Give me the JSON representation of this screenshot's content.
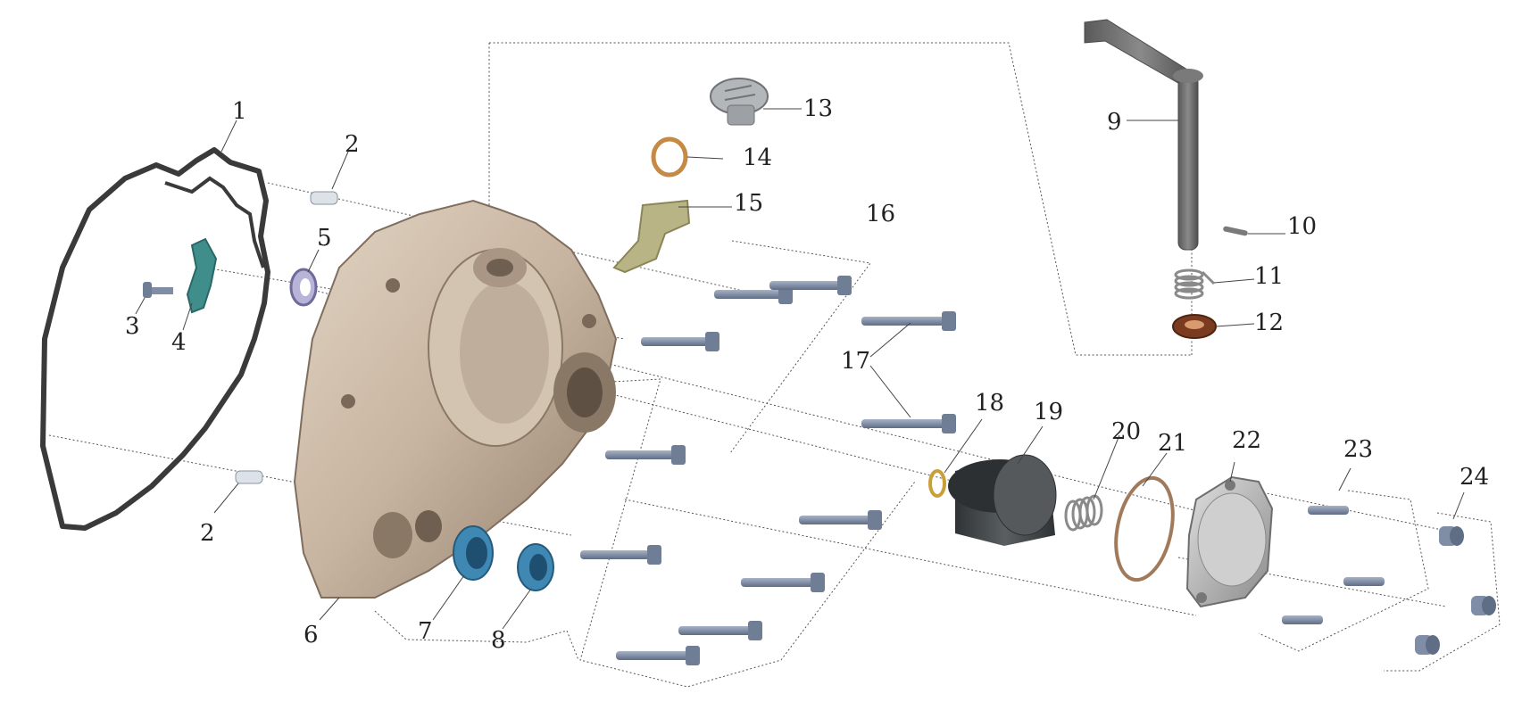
{
  "diagram": {
    "callouts": [
      "1",
      "2",
      "2",
      "3",
      "4",
      "5",
      "6",
      "7",
      "8",
      "9",
      "10",
      "11",
      "12",
      "13",
      "14",
      "15",
      "16",
      "17",
      "18",
      "19",
      "20",
      "21",
      "22",
      "23",
      "24"
    ]
  },
  "colors": {
    "gasket": "#3a3a3a",
    "housing": "#c8b6a3",
    "housing_shadow": "#9c8a78",
    "clip": "#3f8e8c",
    "bolt": "#7f8ea6",
    "seal_blue": "#3f88b4",
    "washer_copper": "#c58a45",
    "bracket": "#b9b485",
    "lever": "#6e6e6e",
    "piston": "#404548",
    "oring": "#a07a5a",
    "cover": "#b5b5b5",
    "lavender_seal": "#b7b4d8",
    "red_washer": "#7a3b1f"
  }
}
